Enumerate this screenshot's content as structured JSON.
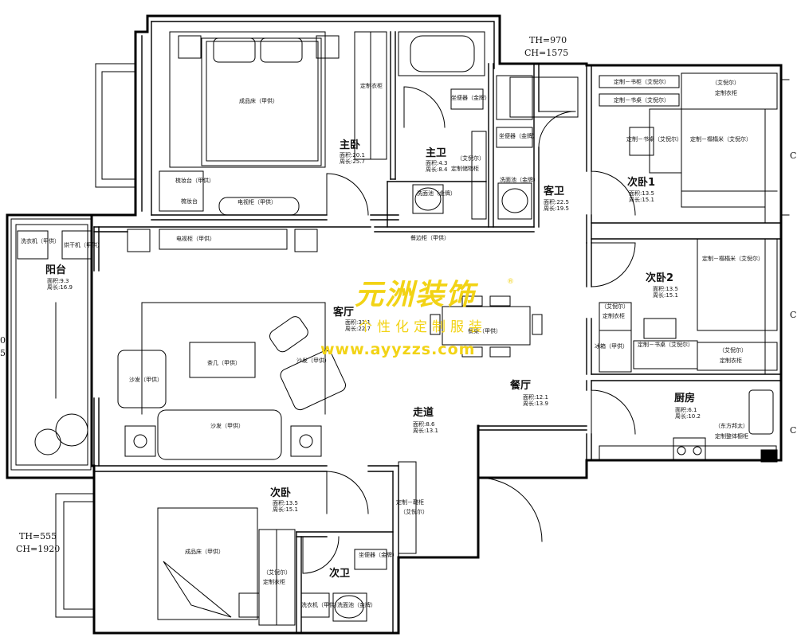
{
  "rooms": {
    "master": {
      "name": "主卧",
      "area": "面积:20.1",
      "perimeter": "周长:25.7"
    },
    "master_bath": {
      "name": "主卫",
      "area": "面积:4.3",
      "perimeter": "周长:8.4"
    },
    "guest_bath": {
      "name": "客卫",
      "area": "面积:22.5",
      "perimeter": "周长:19.5"
    },
    "bedroom1": {
      "name": "次卧1",
      "area": "面积:13.5",
      "perimeter": "周长:15.1"
    },
    "bedroom2": {
      "name": "次卧2",
      "area": "面积:13.5",
      "perimeter": "周长:15.1"
    },
    "balcony": {
      "name": "阳台",
      "area": "面积:9.3",
      "perimeter": "周长:16.9"
    },
    "living": {
      "name": "客厅",
      "area": "面积:31.1",
      "perimeter": "周长:22.7"
    },
    "dining": {
      "name": "餐厅",
      "area": "面积:12.1",
      "perimeter": "周长:13.9"
    },
    "hallway": {
      "name": "走道",
      "area": "面积:8.6",
      "perimeter": "周长:13.1"
    },
    "kitchen": {
      "name": "厨房",
      "area": "面积:6.1",
      "perimeter": "周长:10.2"
    },
    "second_bed": {
      "name": "次卧",
      "area": "面积:13.5",
      "perimeter": "周长:15.1"
    },
    "second_bath": {
      "name": "次卫"
    }
  },
  "furniture": {
    "master_bed": "成品床（甲供）",
    "master_wardrobe": "定制衣柜",
    "toilet_master": "坐便器（金牌）",
    "aiyier_cabinet": "（艾倪尔）",
    "custom_cabinet": "定制储物柜",
    "washbasin_master": "洗面池（金牌）",
    "dressing_table": "梳妆台（甲供）",
    "dressing_stool": "梳妆台",
    "tv_cabinet_master": "电视柜（甲供）",
    "tv_cabinet_living": "电视柜（甲供）",
    "washing_machine": "洗衣机（甲供）",
    "dryer": "烘干机（甲供）",
    "toilet_guest": "坐便器（金牌）",
    "washbasin_guest": "洗面池（金牌）",
    "sideboard": "餐边柜（甲供）",
    "desk_b1_top": "定制－书柜（艾倪尔）",
    "desk_b1_mid": "定制－书桌（艾倪尔）",
    "desk_b1_low": "定制－书桌（艾倪尔）",
    "tatami_b1": "定制－榻榻米（艾倪尔）",
    "wardrobe_b1_a": "（艾倪尔）",
    "wardrobe_b1_b": "定制衣柜",
    "tatami_b2": "定制－榻榻米（艾倪尔）",
    "wardrobe_b2_a": "（艾倪尔）",
    "wardrobe_b2_b": "定制衣柜",
    "desk_b2": "定制－书桌（艾倪尔）",
    "wardrobe_b2c_a": "（艾倪尔）",
    "wardrobe_b2c_b": "定制衣柜",
    "fridge": "冰箱（甲供）",
    "kitchen_brand": "（东方邦太）",
    "kitchen_cabinet": "定制整体橱柜",
    "dining_table": "餐桌（甲供）",
    "sofa_main": "沙发（甲供）",
    "sofa_left": "沙发（甲供）",
    "sofa_right": "沙发（甲供）",
    "tea_table": "茶几（甲供）",
    "shoe_cabinet_a": "定制－鞋柜",
    "shoe_cabinet_b": "（艾倪尔）",
    "second_bed": "成品床（甲供）",
    "second_wardrobe_a": "（艾倪尔）",
    "second_wardrobe_b": "定制衣柜",
    "toilet_second": "坐便器（金牌）",
    "washbasin_second": "洗面池（金牌）",
    "washer_second": "洗衣机（甲供）"
  },
  "dimensions": {
    "top_th": "TH=970",
    "top_ch": "CH=1575",
    "bottom_th": "TH=555",
    "bottom_ch": "CH=1920",
    "left_edge_a": "0",
    "left_edge_b": "5",
    "right_edge_a": "C",
    "right_edge_b": "C",
    "right_edge_c": "C"
  },
  "watermark": {
    "brand": "元洲装饰",
    "registered": "®",
    "tagline": "个性化定制服装",
    "url": "www.ayyzzs.com"
  }
}
